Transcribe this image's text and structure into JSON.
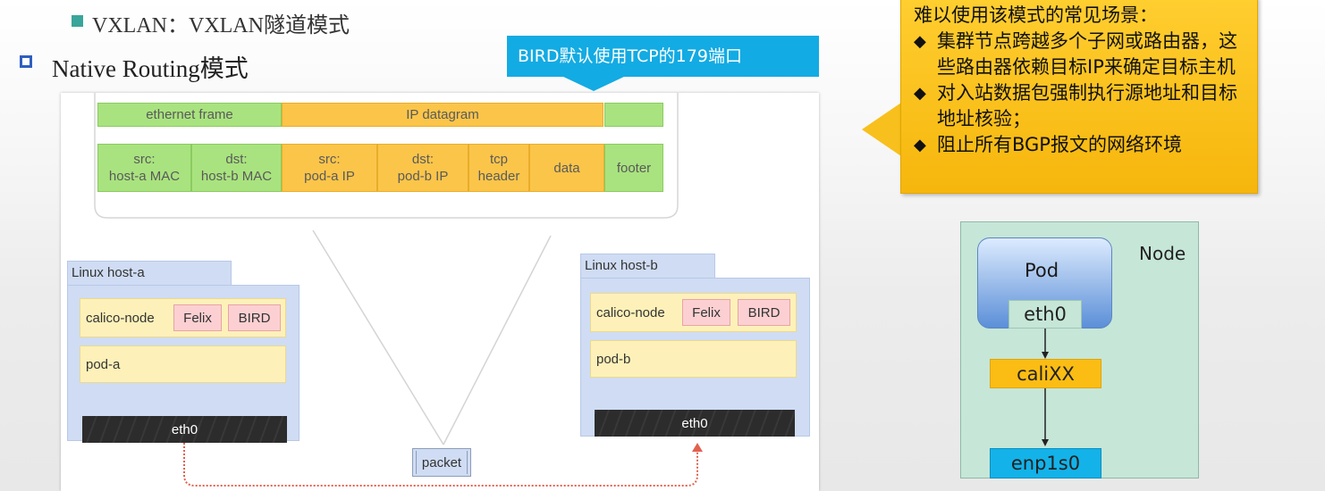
{
  "top_bullets": {
    "vxlan": "VXLAN：VXLAN隧道模式",
    "native_routing": "Native Routing模式"
  },
  "callout_bird": "BIRD默认使用TCP的179端口",
  "callout_scenarios": {
    "title": "难以使用该模式的常见场景：",
    "items": [
      "集群节点跨越多个子网或路由器，这些路由器依赖目标IP来确定目标主机",
      "对入站数据包强制执行源地址和目标地址核验；",
      "阻止所有BGP报文的网络环境"
    ]
  },
  "frame": {
    "header_ethernet": "ethernet frame",
    "header_ip": "IP datagram",
    "src_mac": "src:\nhost-a MAC",
    "dst_mac": "dst:\nhost-b MAC",
    "src_ip": "src:\npod-a IP",
    "dst_ip": "dst:\npod-b IP",
    "tcp_header": "tcp\nheader",
    "data": "data",
    "footer": "footer"
  },
  "host_a": {
    "title": "Linux host-a",
    "calico": "calico-node",
    "felix": "Felix",
    "bird": "BIRD",
    "pod": "pod-a",
    "eth": "eth0"
  },
  "host_b": {
    "title": "Linux host-b",
    "calico": "calico-node",
    "felix": "Felix",
    "bird": "BIRD",
    "pod": "pod-b",
    "eth": "eth0"
  },
  "packet": "packet",
  "node_diagram": {
    "node_label": "Node",
    "pod": "Pod",
    "eth0": "eth0",
    "cali": "caliXX",
    "enp": "enp1s0"
  },
  "colors": {
    "cyan": "#13abe3",
    "yellow": "#fbc54a",
    "green": "#a9e37f",
    "host_blue": "#cfdcf3",
    "node_green": "#c6e6d8"
  }
}
